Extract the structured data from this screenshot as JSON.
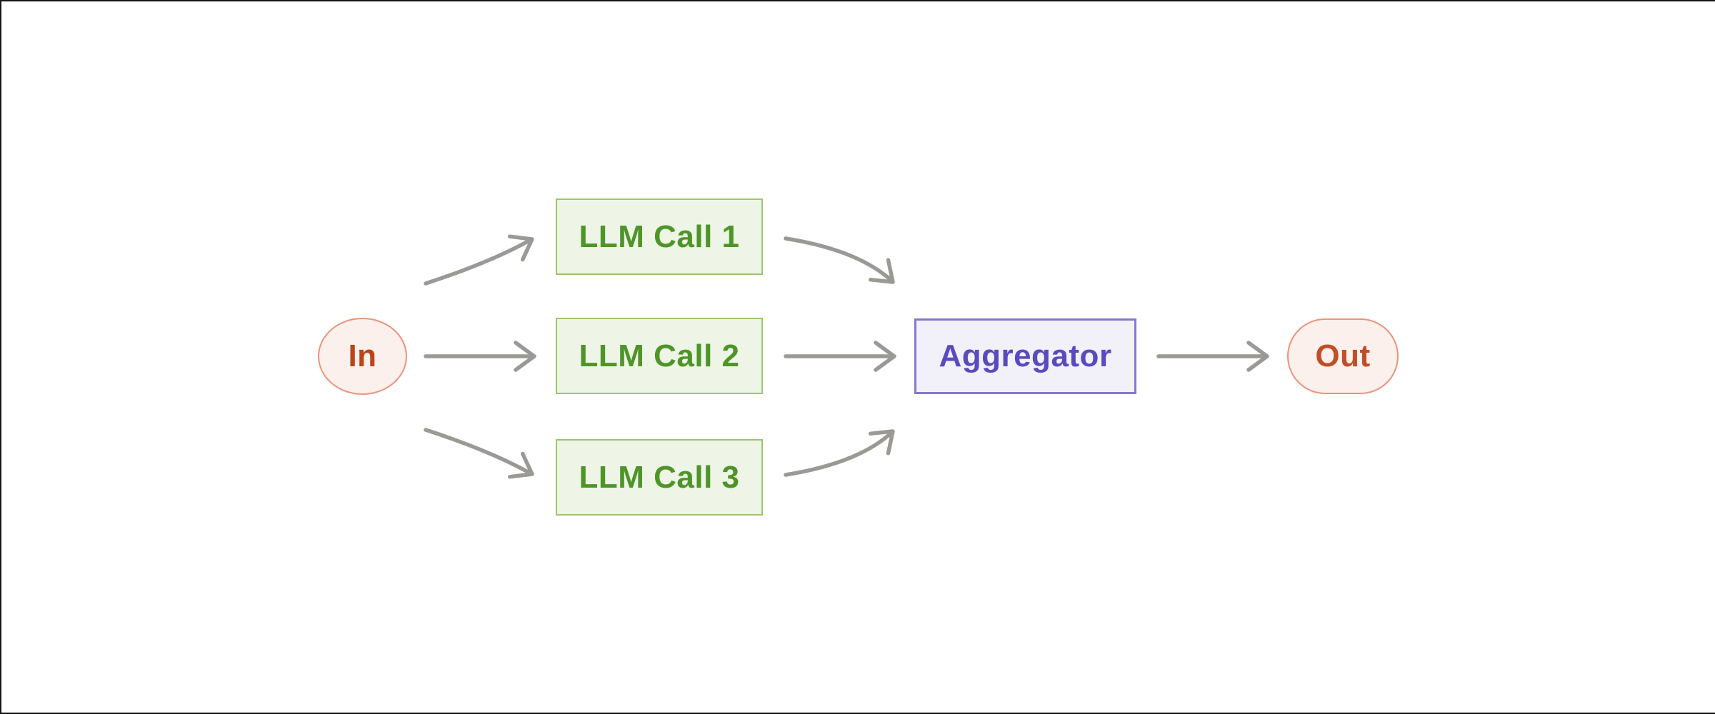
{
  "page": {
    "background_color": "#ffffff",
    "frame_color": "#161616"
  },
  "diagram": {
    "kind": "flow-diagram",
    "nodes": [
      {
        "id": "in",
        "label": "In",
        "shape": "circle",
        "fill": "#fbf0eb",
        "border": "#e8957b",
        "text_color": "#bc431c"
      },
      {
        "id": "llm-call-1",
        "label": "LLM Call 1",
        "shape": "rect",
        "fill": "#eef4e6",
        "border": "#9cc56c",
        "text_color": "#4e9528"
      },
      {
        "id": "llm-call-2",
        "label": "LLM Call 2",
        "shape": "rect",
        "fill": "#eef4e6",
        "border": "#9cc56c",
        "text_color": "#4e9528"
      },
      {
        "id": "llm-call-3",
        "label": "LLM Call 3",
        "shape": "rect",
        "fill": "#eef4e6",
        "border": "#9cc56c",
        "text_color": "#4e9528"
      },
      {
        "id": "aggregator",
        "label": "Aggregator",
        "shape": "rect",
        "fill": "#f2f1fa",
        "border": "#8478ce",
        "text_color": "#5a4abf"
      },
      {
        "id": "out",
        "label": "Out",
        "shape": "pill",
        "fill": "#fbf0eb",
        "border": "#e8957b",
        "text_color": "#c04e26"
      }
    ],
    "edges": [
      {
        "from": "In",
        "to": "LLM Call 1",
        "style": "curved-up"
      },
      {
        "from": "In",
        "to": "LLM Call 2",
        "style": "straight"
      },
      {
        "from": "In",
        "to": "LLM Call 3",
        "style": "curved-down"
      },
      {
        "from": "LLM Call 1",
        "to": "Aggregator",
        "style": "curved-down"
      },
      {
        "from": "LLM Call 2",
        "to": "Aggregator",
        "style": "straight"
      },
      {
        "from": "LLM Call 3",
        "to": "Aggregator",
        "style": "curved-up"
      },
      {
        "from": "Aggregator",
        "to": "Out",
        "style": "straight"
      }
    ],
    "arrow": {
      "color": "#9a9994",
      "stroke_width": "5.5"
    }
  }
}
